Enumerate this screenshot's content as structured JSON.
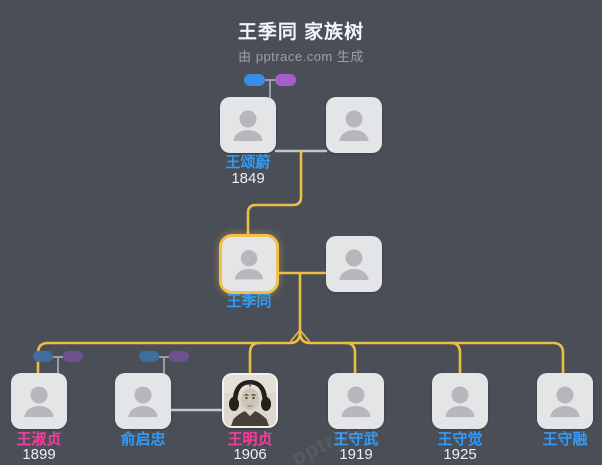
{
  "header": {
    "title": "王季同 家族树",
    "subtitle": "由 pptrace.com 生成"
  },
  "watermark": {
    "text": "pptrace"
  },
  "colors": {
    "background": "#4a4e57",
    "card_bg": "#e4e5e7",
    "silhouette": "#b5b7bb",
    "lineage_yellow": "#edbe45",
    "couple_line_gray": "#c3c7cd",
    "chip_line_gray": "#989ea7",
    "selected_border": "#f2c14b",
    "name_blue": "#339bf7",
    "name_pink": "#f43e9e",
    "year_white": "#eef1f3",
    "chip_blue": "#3b8ce6",
    "chip_purple": "#a55ecb",
    "chip_blue_muted": "#3f6d9e",
    "chip_purple_muted": "#6d5190"
  },
  "tree": {
    "g1": {
      "father": {
        "name": "王颂蔚",
        "year": "1849"
      }
    },
    "g2": {
      "self": {
        "name": "王季同"
      }
    },
    "children": [
      {
        "name": "王淑贞",
        "year": "1899"
      },
      {
        "name": "俞启忠"
      },
      {
        "name": "王明贞",
        "year": "1906"
      },
      {
        "name": "王守武",
        "year": "1919"
      },
      {
        "name": "王守觉",
        "year": "1925"
      },
      {
        "name": "王守融"
      }
    ]
  }
}
